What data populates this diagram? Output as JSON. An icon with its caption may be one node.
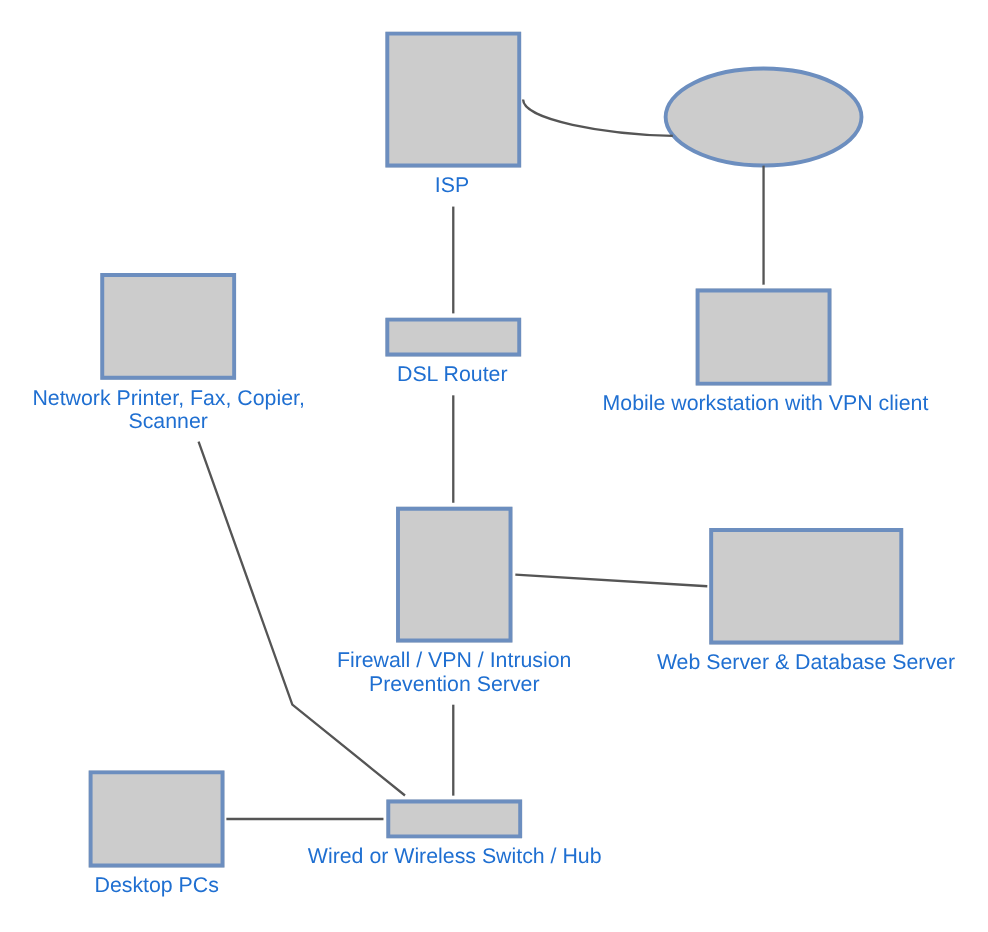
{
  "diagram": {
    "nodes": [
      {
        "text": [
          "ISP"
        ]
      },
      {
        "text": [],
        "shape": "cloud"
      },
      {
        "text": [
          "Network Printer, Fax, Copier, Scanner"
        ]
      },
      {
        "text": [
          "DSL Router"
        ]
      },
      {
        "text": [
          "Mobile workstation with VPN client"
        ]
      },
      {
        "text": [
          "Firewall / VPN / Intrusion Prevention Server"
        ]
      },
      {
        "text": [
          "Web Server & Database Server"
        ]
      },
      {
        "text": [
          "Desktop PCs"
        ]
      },
      {
        "text": [
          "Wired or Wireless Switch / Hub"
        ]
      }
    ],
    "edges": [
      {
        "from": 0,
        "to": 1,
        "arrow": "none"
      },
      {
        "from": 1,
        "to": 4,
        "arrow": "none"
      },
      {
        "from": 0,
        "to": 3,
        "arrow": "none"
      },
      {
        "from": 3,
        "to": 5,
        "arrow": "none"
      },
      {
        "from": 5,
        "to": 6,
        "arrow": "none"
      },
      {
        "from": 5,
        "to": 8,
        "arrow": "none"
      },
      {
        "from": 2,
        "to": 8,
        "arrow": "none"
      },
      {
        "from": 7,
        "to": 8,
        "arrow": "none"
      }
    ]
  }
}
